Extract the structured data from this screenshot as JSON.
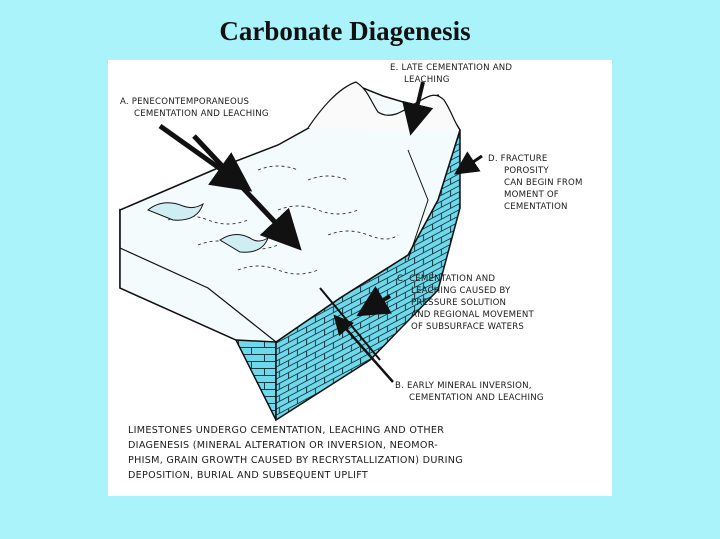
{
  "title": "Carbonate Diagenesis",
  "labels": {
    "a": [
      "A. PENECONTEMPORANEOUS",
      "CEMENTATION AND LEACHING"
    ],
    "e": [
      "E. LATE CEMENTATION AND",
      "LEACHING"
    ],
    "d": [
      "D. FRACTURE",
      "POROSITY",
      "CAN BEGIN FROM",
      "MOMENT OF",
      "CEMENTATION"
    ],
    "c": [
      "C. CEMENTATION AND",
      "LEACHING CAUSED BY",
      "PRESSURE SOLUTION",
      "AND REGIONAL MOVEMENT",
      "OF SUBSURFACE WATERS"
    ],
    "b": [
      "B. EARLY MINERAL INVERSION,",
      "CEMENTATION AND LEACHING"
    ]
  },
  "caption": [
    "LIMESTONES UNDERGO CEMENTATION, LEACHING AND OTHER",
    "DIAGENESIS (MINERAL ALTERATION OR INVERSION, NEOMOR-",
    "PHISM, GRAIN GROWTH CAUSED BY RECRYSTALLIZATION) DURING",
    "DEPOSITION, BURIAL AND SUBSEQUENT UPLIFT"
  ],
  "colors": {
    "background": "#aaf3fb",
    "water": "#6fd8ea",
    "line": "#1a1a1a"
  }
}
